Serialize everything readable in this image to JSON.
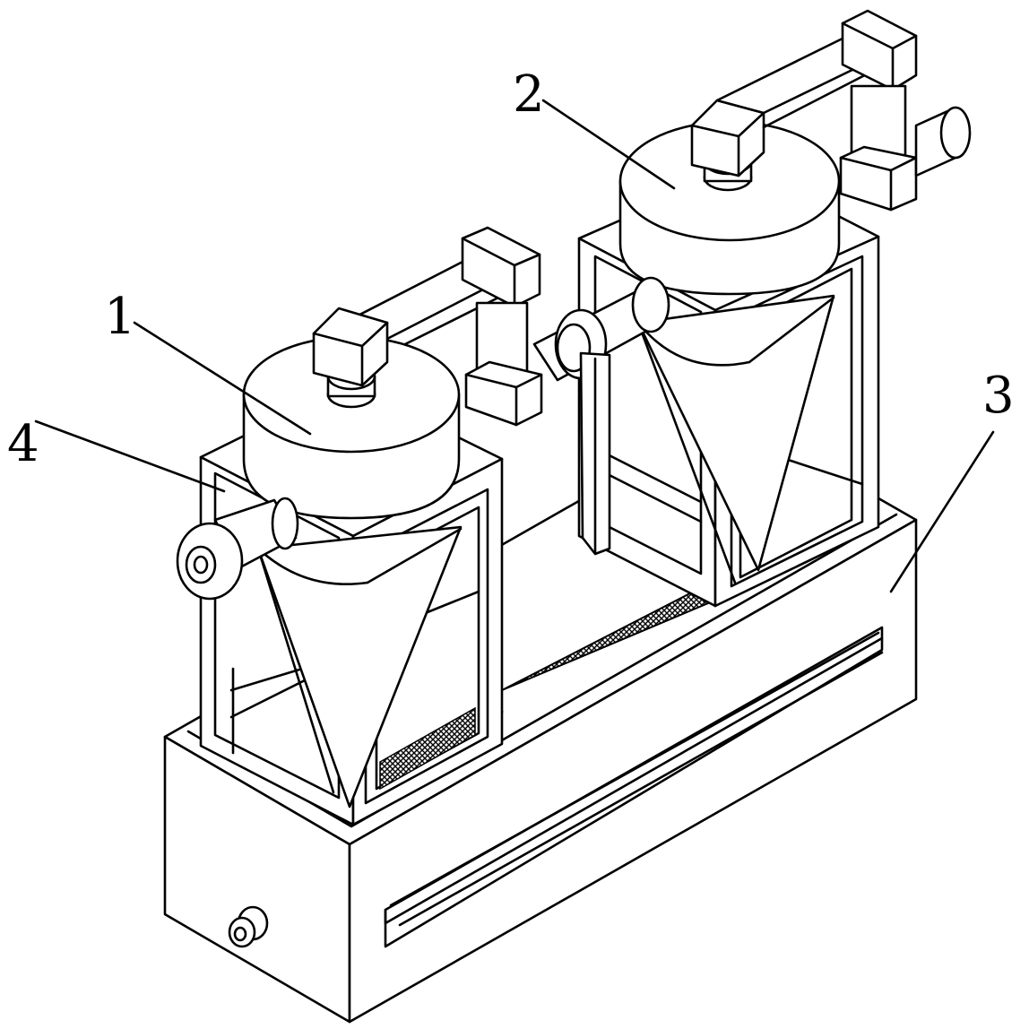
{
  "labels": {
    "one": "1",
    "two": "2",
    "three": "3",
    "four": "4"
  },
  "colors": {
    "line": "#000000",
    "background": "#ffffff"
  }
}
